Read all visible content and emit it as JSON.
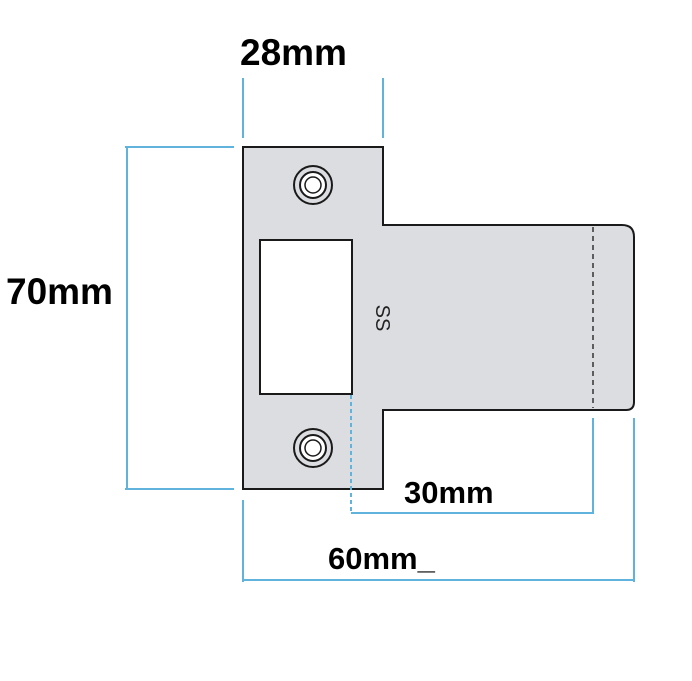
{
  "diagram": {
    "dimensions": {
      "top_width": "28mm",
      "height": "70mm",
      "tongue_length": "30mm",
      "total_width": "60mm_"
    },
    "plate_marking": "SS",
    "colors": {
      "plate_fill": "#dcdde1",
      "outline": "#1a1a1a",
      "dimension_line": "#5fb3dd",
      "background": "#ffffff"
    }
  }
}
